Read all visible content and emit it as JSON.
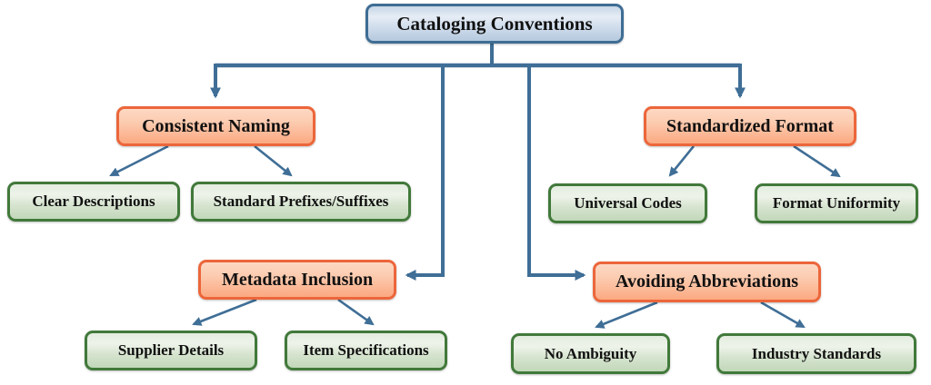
{
  "diagram": {
    "kind": "hierarchy-flowchart",
    "background": "#ffffff"
  },
  "colors": {
    "connector": "#3f6e96",
    "root_border": "#3e6d94",
    "root_fill_top": "#e6edf5",
    "root_fill_bottom": "#b5c9de",
    "branch_border": "#ec663b",
    "branch_fill_top": "#fdd8c4",
    "branch_fill_bottom": "#fba981",
    "leaf_border": "#41793a",
    "leaf_fill_top": "#eef3ea",
    "leaf_fill_bottom": "#c2d8ba",
    "text": "#111111"
  },
  "nodes": {
    "root": {
      "label": "Cataloging Conventions",
      "level": 1,
      "color": "blue"
    },
    "consistent_naming": {
      "label": "Consistent Naming",
      "level": 2,
      "color": "orange"
    },
    "clear_descriptions": {
      "label": "Clear Descriptions",
      "level": 3,
      "color": "green"
    },
    "standard_prefixes_suffixes": {
      "label": "Standard Prefixes/Suffixes",
      "level": 3,
      "color": "green"
    },
    "standardized_format": {
      "label": "Standardized Format",
      "level": 2,
      "color": "orange"
    },
    "universal_codes": {
      "label": "Universal Codes",
      "level": 3,
      "color": "green"
    },
    "format_uniformity": {
      "label": "Format Uniformity",
      "level": 3,
      "color": "green"
    },
    "metadata_inclusion": {
      "label": "Metadata Inclusion",
      "level": 2,
      "color": "orange"
    },
    "supplier_details": {
      "label": "Supplier Details",
      "level": 3,
      "color": "green"
    },
    "item_specifications": {
      "label": "Item Specifications",
      "level": 3,
      "color": "green"
    },
    "avoiding_abbreviations": {
      "label": "Avoiding Abbreviations",
      "level": 2,
      "color": "orange"
    },
    "no_ambiguity": {
      "label": "No Ambiguity",
      "level": 3,
      "color": "green"
    },
    "industry_standards": {
      "label": "Industry Standards",
      "level": 3,
      "color": "green"
    }
  },
  "edges": [
    {
      "from": "root",
      "to": "consistent_naming"
    },
    {
      "from": "root",
      "to": "standardized_format"
    },
    {
      "from": "root",
      "to": "metadata_inclusion"
    },
    {
      "from": "root",
      "to": "avoiding_abbreviations"
    },
    {
      "from": "consistent_naming",
      "to": "clear_descriptions"
    },
    {
      "from": "consistent_naming",
      "to": "standard_prefixes_suffixes"
    },
    {
      "from": "standardized_format",
      "to": "universal_codes"
    },
    {
      "from": "standardized_format",
      "to": "format_uniformity"
    },
    {
      "from": "metadata_inclusion",
      "to": "supplier_details"
    },
    {
      "from": "metadata_inclusion",
      "to": "item_specifications"
    },
    {
      "from": "avoiding_abbreviations",
      "to": "no_ambiguity"
    },
    {
      "from": "avoiding_abbreviations",
      "to": "industry_standards"
    }
  ]
}
